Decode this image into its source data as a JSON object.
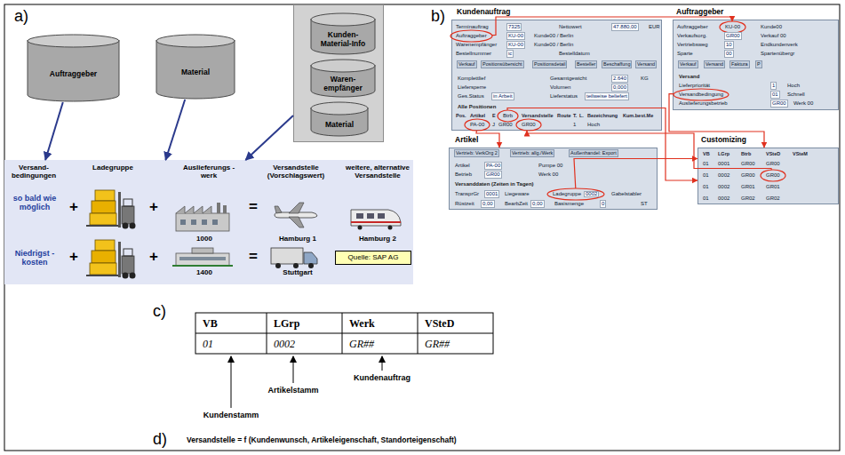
{
  "diagram": {
    "nodes": [
      {
        "text": [
          "Auftraggeber"
        ]
      },
      {
        "text": [
          "Material"
        ]
      },
      {
        "text": []
      },
      {
        "text": [
          "Kunden- Material-Info"
        ],
        "in": 2
      },
      {
        "text": [
          "Waren- empfänger"
        ],
        "in": 2
      },
      {
        "text": [
          "Material"
        ],
        "in": 2
      },
      {
        "text": [
          "Versand- bedingungen",
          "Ladegruppe",
          "Auslieferungs - werk",
          "Versandstelle (Vorschlagswert)",
          "weitere, alternative Versandstelle",
          "so bald wie möglich",
          "+",
          "+",
          "1000",
          "=",
          "Hamburg 1",
          "Hamburg 2",
          "Niedrigst - kosten",
          "+",
          "+",
          "1400",
          "=",
          "Stuttgart"
        ]
      },
      {
        "text": [
          "Quelle: SAP AG"
        ],
        "in": 6
      },
      {
        "text": [
          "Kundenauftrag",
          "Terminauftrag",
          "7325",
          "Nettowert",
          "47.880,00",
          "EUR",
          "KU-00",
          "Kunde00 / Berlin",
          "Warenempfänger",
          "KU-00",
          "Kunde00 / Berlin",
          "Bestellnummer",
          "ic",
          "Bestelldatum",
          "Verkauf",
          "Positionsübersicht",
          "Positionsdetail",
          "Besteller",
          "Beschaffung",
          "Versand",
          "Komplettlief",
          "Gesamtgewicht",
          "2.640",
          "KG",
          "Liefersperre",
          "Volumen",
          "0,000",
          "Ges.Status",
          "in Arbeit",
          "Lieferstatus",
          "teilweise beliefert",
          "Alle Positionen",
          "Pos.",
          "Artikel",
          "E",
          "Versandstelle",
          "Route",
          "T.",
          "L.",
          "Bezeichnung",
          "Kum.best.Me",
          "J",
          "GR00",
          "1",
          "Hoch"
        ]
      },
      {
        "text": [
          "Auftraggeber"
        ],
        "in": 8
      },
      {
        "text": [
          "PA-00"
        ],
        "in": 8
      },
      {
        "text": [
          "Btrb"
        ],
        "in": 8
      },
      {
        "text": [
          "GR00"
        ],
        "in": 8
      },
      {
        "text": [
          "Auftraggeber",
          "Auftraggeber",
          "Kunde00",
          "Verkaufsorg.",
          "GR00",
          "Verkauf 00",
          "Vertriebsweg",
          "10",
          "Endkundenverk",
          "Sparte",
          "00",
          "Spartenübergr",
          "Verkauf",
          "Versand",
          "Faktura",
          "P",
          "Versand",
          "Lieferpriorität",
          "1",
          "Hoch",
          "01",
          "Schnell",
          "Auslieferungsbetrieb",
          "GR00",
          "Werk 00"
        ]
      },
      {
        "text": [
          "KU-00"
        ],
        "in": 13
      },
      {
        "text": [
          "Versandbedingung"
        ],
        "in": 13
      },
      {
        "text": [
          "Artikel",
          "Vertrieb: VerkOrg 2",
          "Vertrieb: allg./Werk",
          "Außenhandel: Export",
          "Artikel",
          "PA-00",
          "Pumpe 00",
          "Betrieb",
          "GR00",
          "Werk 00",
          "Versanddaten (Zeiten in Tagen)",
          "TransprGr",
          "0001",
          "Liegeware",
          "Gabelstabler",
          "Rüstzeit",
          "0,00",
          "BearbZeit",
          "0,00",
          "Basismenge",
          "0",
          "ST"
        ]
      },
      {
        "text": [
          "Ladegruppe",
          "0002"
        ],
        "in": 16
      },
      {
        "text": [
          "Customizing",
          "VB",
          "LGrp",
          "Btrb",
          "VSteD",
          "VSteM",
          "01",
          "0001",
          "GR00",
          "GR00",
          "01",
          "0002",
          "GR00",
          "01",
          "0002",
          "GR01",
          "GR01",
          "01",
          "0002",
          "GR02",
          "GR02"
        ]
      },
      {
        "text": [
          "GR00"
        ],
        "in": 18
      }
    ],
    "edges": [
      {
        "from": 0,
        "to": 6,
        "arrow": "to"
      },
      {
        "from": 1,
        "to": 6,
        "arrow": "to"
      },
      {
        "from": 2,
        "to": 6,
        "arrow": "to"
      },
      {
        "from": 9,
        "to": 14,
        "arrow": "to"
      },
      {
        "from": 15,
        "to": 18,
        "arrow": "to"
      },
      {
        "from": 10,
        "to": 16,
        "arrow": "to"
      },
      {
        "from": 17,
        "to": 18,
        "arrow": "to"
      },
      {
        "from": 11,
        "to": 18,
        "arrow": "to"
      },
      {
        "from": 19,
        "to": 12,
        "arrow": "to"
      }
    ],
    "labels": [
      "a)",
      "b)",
      "c)",
      "VB",
      "LGrp",
      "Werk",
      "VSteD",
      "01",
      "0002",
      "GR##",
      "GR##",
      "Kundenauftrag",
      "Artikelstamm",
      "Kundenstamm",
      "d)",
      "Versandstelle = f (Kundenwunsch, Artikeleigenschaft, Standorteigenschaft)"
    ]
  }
}
